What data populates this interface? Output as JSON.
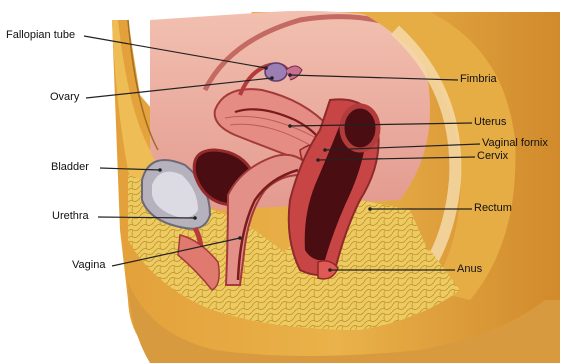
{
  "labels": {
    "fallopian_tube": "Fallopian tube",
    "ovary": "Ovary",
    "bladder": "Bladder",
    "urethra": "Urethra",
    "vagina": "Vagina",
    "fimbria": "Fimbria",
    "uterus": "Uterus",
    "vaginal_fornix": "Vaginal fornix",
    "cervix": "Cervix",
    "rectum": "Rectum",
    "anus": "Anus"
  },
  "colors": {
    "skin": "#e8a83c",
    "fat": "#e9c35a",
    "tissue_pink": "#e08a86",
    "wall_red": "#c24545",
    "cavity_dark": "#4a0d12",
    "bladder_grey": "#c9c9cf",
    "leader_line": "#222222"
  }
}
